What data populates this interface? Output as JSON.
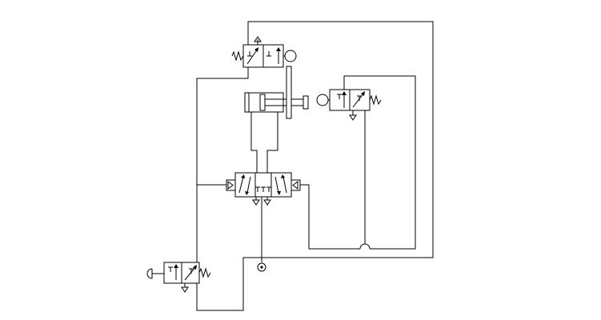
{
  "diagram": {
    "type": "pneumatic-circuit",
    "colors": {
      "line": "#000000",
      "background": "#ffffff"
    },
    "components": [
      {
        "id": "valve-top-roller",
        "kind": "3/2 valve, roller actuated, spring return"
      },
      {
        "id": "valve-right-roller",
        "kind": "3/2 valve, roller actuated, spring return"
      },
      {
        "id": "cylinder",
        "kind": "double-acting cylinder with trip rod"
      },
      {
        "id": "valve-main",
        "kind": "5/2 valve, pilot operated both sides"
      },
      {
        "id": "valve-start",
        "kind": "3/2 valve, push-button, spring return"
      },
      {
        "id": "supply",
        "kind": "pressure source"
      }
    ]
  }
}
